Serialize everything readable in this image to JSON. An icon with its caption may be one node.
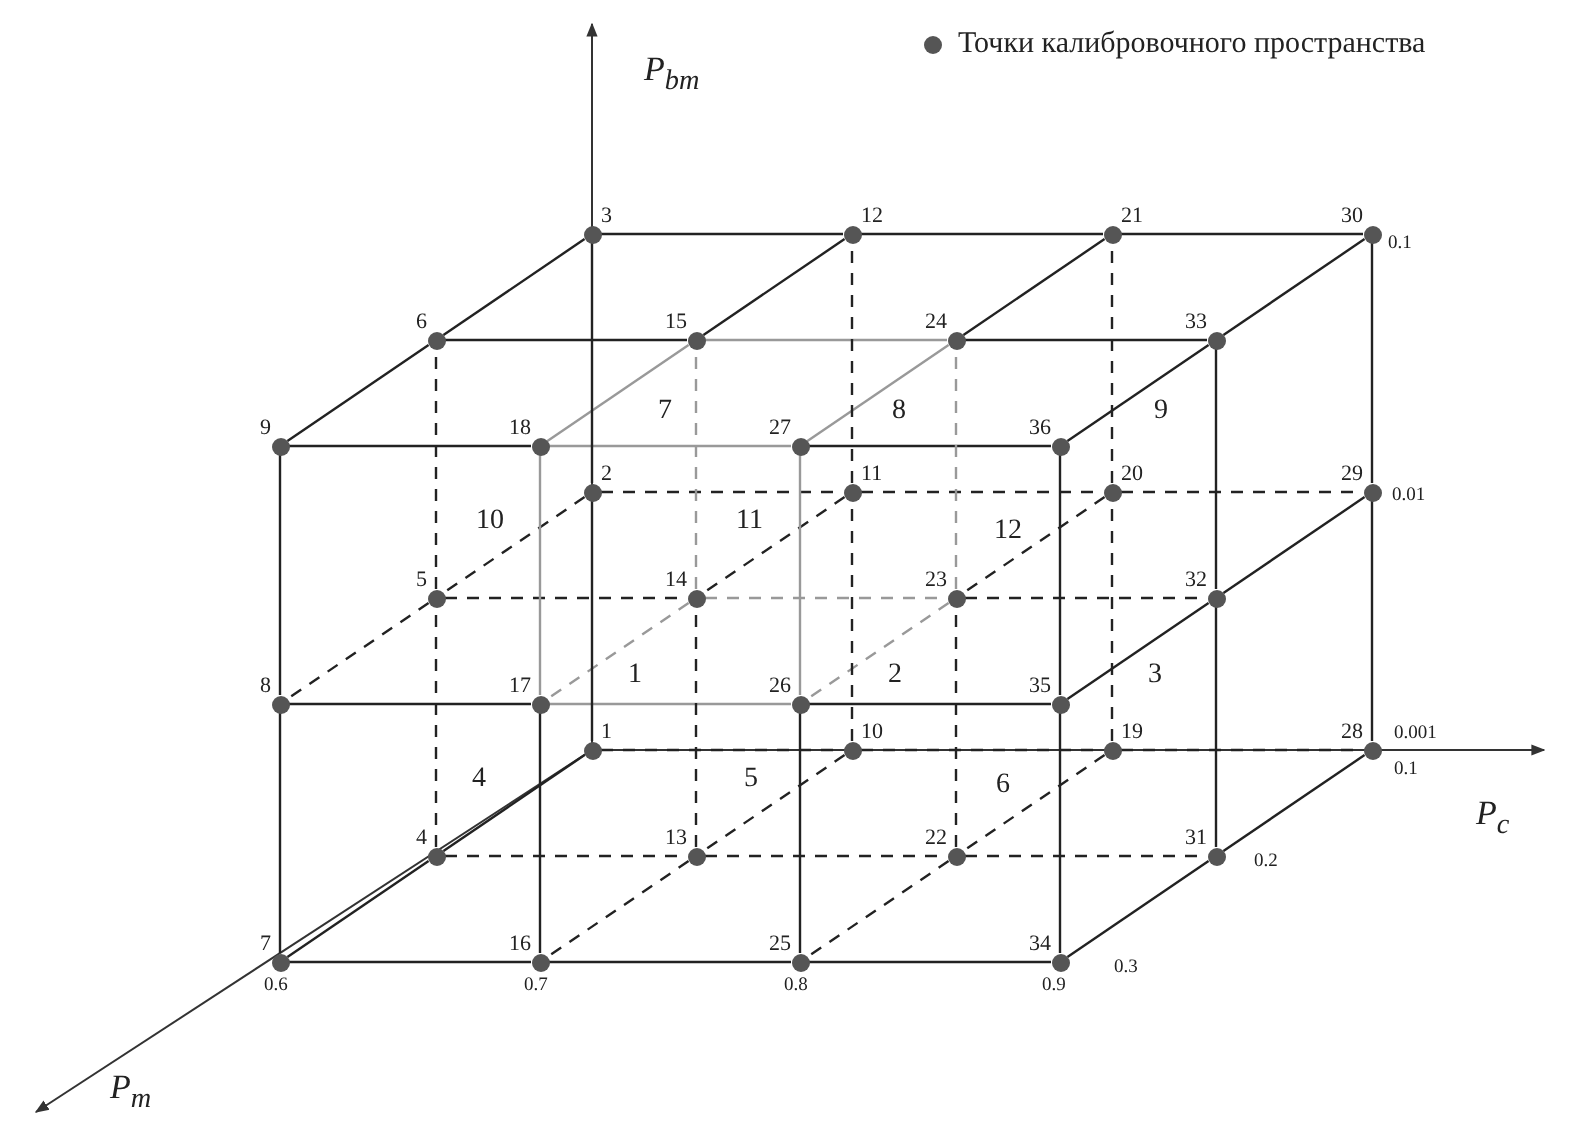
{
  "diagram": {
    "nodes": [
      {
        "text": [
          "1"
        ]
      },
      {
        "text": [
          "2"
        ]
      },
      {
        "text": [
          "3"
        ]
      },
      {
        "text": [
          "4"
        ]
      },
      {
        "text": [
          "5"
        ]
      },
      {
        "text": [
          "6"
        ]
      },
      {
        "text": [
          "7"
        ]
      },
      {
        "text": [
          "8"
        ]
      },
      {
        "text": [
          "9"
        ]
      },
      {
        "text": [
          "10"
        ]
      },
      {
        "text": [
          "11"
        ]
      },
      {
        "text": [
          "12"
        ]
      },
      {
        "text": [
          "13"
        ]
      },
      {
        "text": [
          "14"
        ]
      },
      {
        "text": [
          "15"
        ]
      },
      {
        "text": [
          "16"
        ]
      },
      {
        "text": [
          "17"
        ]
      },
      {
        "text": [
          "18"
        ]
      },
      {
        "text": [
          "19"
        ]
      },
      {
        "text": [
          "20"
        ]
      },
      {
        "text": [
          "21"
        ]
      },
      {
        "text": [
          "22"
        ]
      },
      {
        "text": [
          "23"
        ]
      },
      {
        "text": [
          "24"
        ]
      },
      {
        "text": [
          "25"
        ]
      },
      {
        "text": [
          "26"
        ]
      },
      {
        "text": [
          "27"
        ]
      },
      {
        "text": [
          "28"
        ]
      },
      {
        "text": [
          "29"
        ]
      },
      {
        "text": [
          "30"
        ]
      },
      {
        "text": [
          "31"
        ]
      },
      {
        "text": [
          "32"
        ]
      },
      {
        "text": [
          "33"
        ]
      },
      {
        "text": [
          "34"
        ]
      },
      {
        "text": [
          "35"
        ]
      },
      {
        "text": [
          "36"
        ]
      }
    ],
    "edges": [
      {
        "from": 0,
        "to": 9,
        "arrow": "none",
        "style": "dashed"
      },
      {
        "from": 9,
        "to": 18,
        "arrow": "none",
        "style": "dashed"
      },
      {
        "from": 18,
        "to": 27,
        "arrow": "none",
        "style": "dashed"
      },
      {
        "from": 1,
        "to": 10,
        "arrow": "none",
        "style": "dashed"
      },
      {
        "from": 10,
        "to": 19,
        "arrow": "none",
        "style": "dashed"
      },
      {
        "from": 19,
        "to": 28,
        "arrow": "none",
        "style": "dashed"
      },
      {
        "from": 2,
        "to": 11,
        "arrow": "none"
      },
      {
        "from": 11,
        "to": 20,
        "arrow": "none"
      },
      {
        "from": 20,
        "to": 29,
        "arrow": "none"
      },
      {
        "from": 3,
        "to": 12,
        "arrow": "none",
        "style": "dashed"
      },
      {
        "from": 12,
        "to": 21,
        "arrow": "none",
        "style": "dashed"
      },
      {
        "from": 21,
        "to": 30,
        "arrow": "none",
        "style": "dashed"
      },
      {
        "from": 4,
        "to": 13,
        "arrow": "none",
        "style": "dashed"
      },
      {
        "from": 13,
        "to": 22,
        "arrow": "none",
        "style": "dashed",
        "color": "#999999"
      },
      {
        "from": 22,
        "to": 31,
        "arrow": "none",
        "style": "dashed"
      },
      {
        "from": 5,
        "to": 14,
        "arrow": "none"
      },
      {
        "from": 14,
        "to": 23,
        "arrow": "none",
        "color": "#999999"
      },
      {
        "from": 23,
        "to": 32,
        "arrow": "none"
      },
      {
        "from": 6,
        "to": 15,
        "arrow": "none"
      },
      {
        "from": 15,
        "to": 24,
        "arrow": "none"
      },
      {
        "from": 24,
        "to": 33,
        "arrow": "none"
      },
      {
        "from": 7,
        "to": 16,
        "arrow": "none"
      },
      {
        "from": 16,
        "to": 25,
        "arrow": "none",
        "color": "#999999"
      },
      {
        "from": 25,
        "to": 34,
        "arrow": "none"
      },
      {
        "from": 8,
        "to": 17,
        "arrow": "none"
      },
      {
        "from": 17,
        "to": 26,
        "arrow": "none",
        "color": "#999999"
      },
      {
        "from": 26,
        "to": 35,
        "arrow": "none"
      },
      {
        "from": 0,
        "to": 3,
        "arrow": "none"
      },
      {
        "from": 3,
        "to": 6,
        "arrow": "none"
      },
      {
        "from": 1,
        "to": 4,
        "arrow": "none",
        "style": "dashed"
      },
      {
        "from": 4,
        "to": 7,
        "arrow": "none",
        "style": "dashed"
      },
      {
        "from": 2,
        "to": 5,
        "arrow": "none"
      },
      {
        "from": 5,
        "to": 8,
        "arrow": "none"
      },
      {
        "from": 9,
        "to": 12,
        "arrow": "none",
        "style": "dashed"
      },
      {
        "from": 12,
        "to": 15,
        "arrow": "none",
        "style": "dashed"
      },
      {
        "from": 10,
        "to": 13,
        "arrow": "none",
        "style": "dashed"
      },
      {
        "from": 13,
        "to": 16,
        "arrow": "none",
        "style": "dashed",
        "color": "#999999"
      },
      {
        "from": 11,
        "to": 14,
        "arrow": "none"
      },
      {
        "from": 14,
        "to": 17,
        "arrow": "none",
        "color": "#999999"
      },
      {
        "from": 18,
        "to": 21,
        "arrow": "none",
        "style": "dashed"
      },
      {
        "from": 21,
        "to": 24,
        "arrow": "none",
        "style": "dashed"
      },
      {
        "from": 19,
        "to": 22,
        "arrow": "none",
        "style": "dashed"
      },
      {
        "from": 22,
        "to": 25,
        "arrow": "none",
        "style": "dashed",
        "color": "#999999"
      },
      {
        "from": 20,
        "to": 23,
        "arrow": "none"
      },
      {
        "from": 23,
        "to": 26,
        "arrow": "none",
        "color": "#999999"
      },
      {
        "from": 27,
        "to": 30,
        "arrow": "none"
      },
      {
        "from": 30,
        "to": 33,
        "arrow": "none"
      },
      {
        "from": 28,
        "to": 31,
        "arrow": "none"
      },
      {
        "from": 31,
        "to": 34,
        "arrow": "none"
      },
      {
        "from": 29,
        "to": 32,
        "arrow": "none"
      },
      {
        "from": 32,
        "to": 35,
        "arrow": "none"
      },
      {
        "from": 0,
        "to": 1,
        "arrow": "none"
      },
      {
        "from": 1,
        "to": 2,
        "arrow": "none"
      },
      {
        "from": 3,
        "to": 4,
        "arrow": "none",
        "style": "dashed"
      },
      {
        "from": 4,
        "to": 5,
        "arrow": "none",
        "style": "dashed"
      },
      {
        "from": 6,
        "to": 7,
        "arrow": "none"
      },
      {
        "from": 7,
        "to": 8,
        "arrow": "none"
      },
      {
        "from": 9,
        "to": 10,
        "arrow": "none",
        "style": "dashed"
      },
      {
        "from": 10,
        "to": 11,
        "arrow": "none",
        "style": "dashed"
      },
      {
        "from": 12,
        "to": 13,
        "arrow": "none",
        "style": "dashed"
      },
      {
        "from": 13,
        "to": 14,
        "arrow": "none",
        "style": "dashed",
        "color": "#999999"
      },
      {
        "from": 15,
        "to": 16,
        "arrow": "none"
      },
      {
        "from": 16,
        "to": 17,
        "arrow": "none",
        "color": "#999999"
      },
      {
        "from": 18,
        "to": 19,
        "arrow": "none",
        "style": "dashed"
      },
      {
        "from": 19,
        "to": 20,
        "arrow": "none",
        "style": "dashed"
      },
      {
        "from": 21,
        "to": 22,
        "arrow": "none",
        "style": "dashed"
      },
      {
        "from": 22,
        "to": 23,
        "arrow": "none",
        "style": "dashed",
        "color": "#999999"
      },
      {
        "from": 24,
        "to": 25,
        "arrow": "none"
      },
      {
        "from": 25,
        "to": 26,
        "arrow": "none",
        "color": "#999999"
      },
      {
        "from": 27,
        "to": 28,
        "arrow": "none"
      },
      {
        "from": 28,
        "to": 29,
        "arrow": "none"
      },
      {
        "from": 30,
        "to": 31,
        "arrow": "none"
      },
      {
        "from": 31,
        "to": 32,
        "arrow": "none"
      },
      {
        "from": 33,
        "to": 34,
        "arrow": "none"
      },
      {
        "from": 34,
        "to": 35,
        "arrow": "none"
      }
    ],
    "labels": [
      "P$_{bm}$",
      "0.1",
      "7",
      "8",
      "9",
      "0.01",
      "10",
      "11",
      "12",
      "1",
      "2",
      "3",
      "0.001",
      "0.1",
      "P$_{c}$",
      "4",
      "5",
      "6",
      "0.2",
      "0.3",
      "0.6",
      "0.7",
      "0.8",
      "0.9",
      "P$_{m}$"
    ],
    "legend": [
      {
        "text": "Точки калибровочного пространства",
        "color": "#555555"
      }
    ]
  }
}
